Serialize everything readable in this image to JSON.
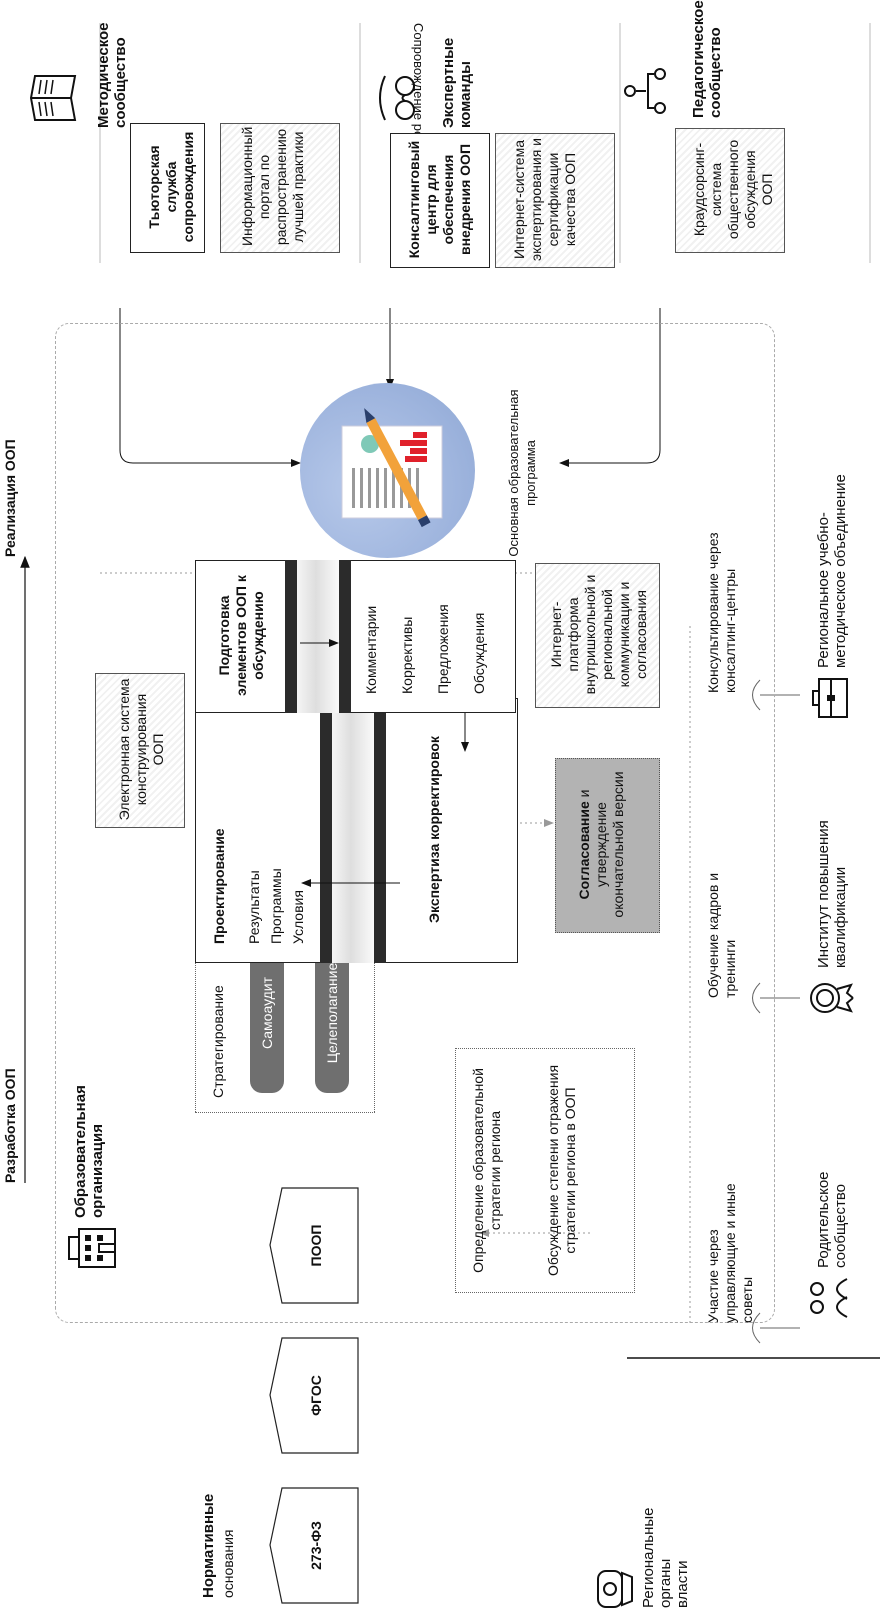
{
  "phases": {
    "development": "Разработка ООП",
    "implementation": "Реализация ООП",
    "support": "Сопровождение реализации ООП"
  },
  "normative": {
    "title": "Нормативные",
    "subtitle": "основания",
    "docs": [
      "273-ФЗ",
      "ФГОС",
      "ПООП"
    ]
  },
  "regional_authorities": "Региональные органы власти",
  "edu_org": "Образовательная организация",
  "strategy": {
    "title": "Стратегирование",
    "pills": [
      "Самоаудит",
      "Целеполагание"
    ]
  },
  "regional_strategy": {
    "line1": "Определение образовательной стратегии региона",
    "line2": "Обсуждение степени отражения стратегии региона в ООП"
  },
  "electronic_system": "Электронная система конструирования ООП",
  "design": {
    "title": "Проектирование",
    "items": [
      "Результаты",
      "Программы",
      "Условия"
    ]
  },
  "expertise": "Экспертиза корректировок",
  "approval": {
    "bold": "Согласование",
    "rest": " и утверждение окончательной версии"
  },
  "prep": {
    "title": "Подготовка элементов ООП к обсуждению",
    "items": [
      "Комментарии",
      "Коррективы",
      "Предложения",
      "Обсуждения"
    ]
  },
  "internet_platform": "Интернет-платформа внутришкольной и региональной коммуникации и согласования",
  "oop_label": "Основная образовательная программа",
  "participation": [
    {
      "text": "Участие через управляющие и иные советы",
      "actor": "Родительское сообщество"
    },
    {
      "text": "Обучение кадров и тренинги",
      "actor": "Институт повышения квалификации"
    },
    {
      "text": "Консультирование через консалтинг-центры",
      "actor": "Региональное учебно-методическое объединение"
    }
  ],
  "communities": [
    {
      "title": "Методическое сообщество",
      "boxes": [
        "Тьюторская служба сопровождения",
        "Информационный портал по распространению лучшей практики"
      ]
    },
    {
      "title": "Экспертные команды",
      "boxes": [
        "Консалтинговый центр для обеспечения внедрения ООП",
        "Интернет-система экспертирования и сертификации качества ООП"
      ]
    },
    {
      "title": "Педагогическое сообщество",
      "boxes": [
        "Краудсорсинг-система общественного обсуждения ООП"
      ]
    }
  ],
  "colors": {
    "oop_circle": "#9fb5de",
    "approval_fill": "#b3b3b3",
    "pill": "#6f6f6f",
    "accent_red": "#e0212b",
    "pencil": "#f2a23a"
  }
}
